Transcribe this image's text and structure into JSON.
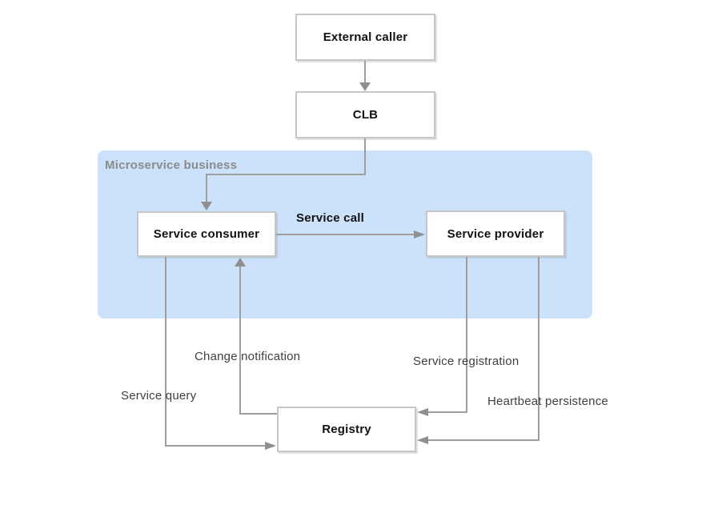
{
  "diagram": {
    "region": {
      "label": "Microservice business"
    },
    "nodes": {
      "external_caller": "External caller",
      "clb": "CLB",
      "service_consumer": "Service consumer",
      "service_provider": "Service provider",
      "registry": "Registry"
    },
    "edge_labels": {
      "service_call": "Service call",
      "change_notification": "Change notification",
      "service_registration": "Service registration",
      "service_query": "Service query",
      "heartbeat_persistence": "Heartbeat persistence"
    },
    "colors": {
      "region_background": "#cbe2fa",
      "connector_line": "#9e9e9e",
      "arrowhead": "#8f8f8f",
      "node_border": "#c6c6c6",
      "region_label_text": "#8a8a8a",
      "edge_label_text": "#3f3f3f"
    }
  }
}
